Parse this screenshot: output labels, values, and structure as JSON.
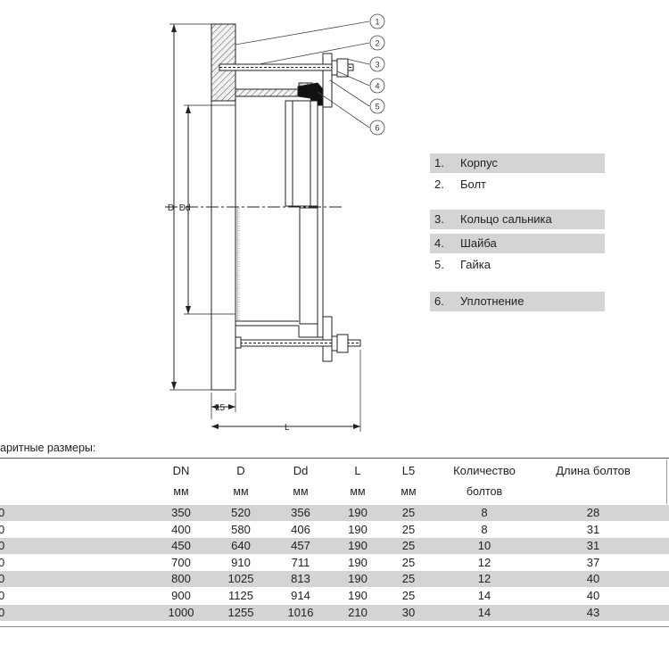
{
  "drawing": {
    "callouts": [
      "1",
      "2",
      "3",
      "4",
      "5",
      "6"
    ],
    "dim_labels": {
      "d_dd": "D  Dd",
      "l5": "L5",
      "l": "L"
    }
  },
  "legend": [
    {
      "num": "1.",
      "text": "Корпус",
      "shaded": true
    },
    {
      "num": "2.",
      "text": "Болт",
      "shaded": false
    },
    {
      "num": "3.",
      "text": "Кольцо сальника",
      "shaded": true
    },
    {
      "num": "4.",
      "text": "Шайба",
      "shaded": true
    },
    {
      "num": "5.",
      "text": "Гайка",
      "shaded": false
    },
    {
      "num": "6.",
      "text": "Уплотнение",
      "shaded": true
    }
  ],
  "table": {
    "caption": "аритные размеры:",
    "headers": [
      "",
      "DN",
      "D",
      "Dd",
      "L",
      "L5",
      "Количество",
      "Длина болтов"
    ],
    "subheaders": [
      "",
      "мм",
      "мм",
      "мм",
      "мм",
      "мм",
      "болтов",
      ""
    ],
    "rows": [
      [
        "0",
        "350",
        "520",
        "356",
        "190",
        "25",
        "8",
        "28"
      ],
      [
        "0",
        "400",
        "580",
        "406",
        "190",
        "25",
        "8",
        "31"
      ],
      [
        "0",
        "450",
        "640",
        "457",
        "190",
        "25",
        "10",
        "31"
      ],
      [
        "0",
        "700",
        "910",
        "711",
        "190",
        "25",
        "12",
        "37"
      ],
      [
        "0",
        "800",
        "1025",
        "813",
        "190",
        "25",
        "12",
        "40"
      ],
      [
        "0",
        "900",
        "1125",
        "914",
        "190",
        "25",
        "14",
        "40"
      ],
      [
        "0",
        "1000",
        "1255",
        "1016",
        "210",
        "30",
        "14",
        "43"
      ]
    ]
  }
}
